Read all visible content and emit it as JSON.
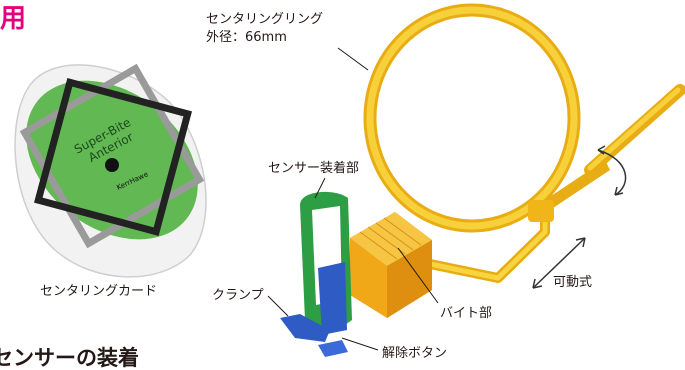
{
  "title_fragment": "用",
  "bottom_heading_fragment": "センサーの装着",
  "labels": {
    "centering_ring": "センタリングリング",
    "outer_diameter": "外径：66mm",
    "sensor_mount": "センサー装着部",
    "centering_card": "センタリングカード",
    "clamp": "クランプ",
    "movable": "可動式",
    "bite_part": "バイト部",
    "release_button": "解除ボタン"
  },
  "card": {
    "line1": "Super-Bite",
    "line2": "Anterior",
    "brand": "KerrHawe"
  },
  "colors": {
    "accent": "#e4007f",
    "ring_yellow": "#f5c518",
    "bite_orange": "#f0a818",
    "holder_green": "#2e9e45",
    "holder_blue": "#2f5bc4",
    "card_green": "#62b852"
  }
}
